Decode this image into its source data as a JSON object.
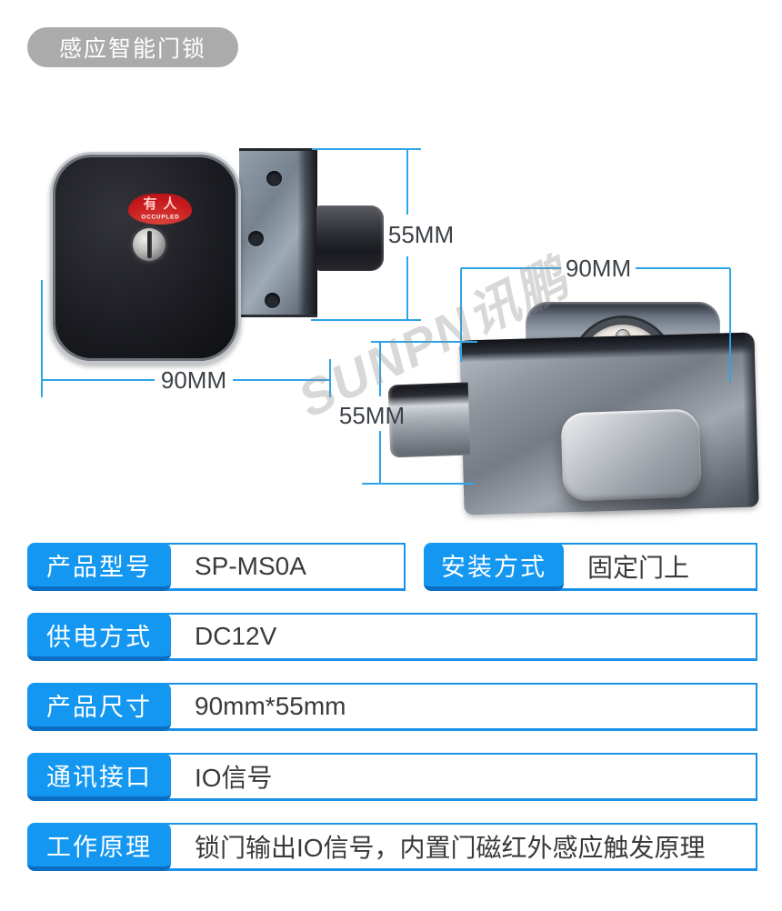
{
  "header": {
    "title": "感应智能门锁"
  },
  "watermark": {
    "text": "SUNPN讯鹏"
  },
  "figure": {
    "front_badge": {
      "cn": "有人",
      "en": "OCCUPLED"
    },
    "dims": {
      "front_height": "55MM",
      "front_width": "90MM",
      "back_width": "90MM",
      "back_height": "55MM"
    }
  },
  "specs": {
    "row1": {
      "left": {
        "label": "产品型号",
        "value": "SP-MS0A"
      },
      "right": {
        "label": "安装方式",
        "value": "固定门上"
      }
    },
    "rows": [
      {
        "label": "供电方式",
        "value": "DC12V"
      },
      {
        "label": "产品尺寸",
        "value": "90mm*55mm"
      },
      {
        "label": "通讯接口",
        "value": "IO信号"
      },
      {
        "label": "工作原理",
        "value": "锁门输出IO信号，内置门磁红外感应触发原理"
      }
    ]
  },
  "colors": {
    "accent_blue": "#1497f0",
    "accent_blue_dark": "#0b6ec5",
    "dimension_line_blue": "#2ea4e8",
    "header_gray": "#ababab",
    "badge_red": "#c5181d"
  }
}
